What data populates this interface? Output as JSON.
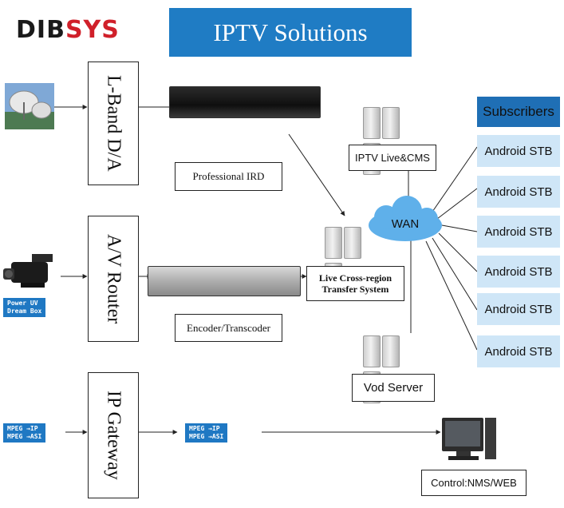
{
  "logo": {
    "part1": "DIB",
    "part2": "SYS"
  },
  "title": "IPTV Solutions",
  "stages": {
    "lband": "L-Band D/A",
    "router": "A/V Router",
    "gateway": "IP Gateway"
  },
  "labels": {
    "ird": "Professional IRD",
    "encoder": "Encoder/Transcoder",
    "live_cms": "IPTV Live&CMS",
    "wan": "WAN",
    "transfer_line1": "Live Cross-region",
    "transfer_line2": "Transfer System",
    "vod": "Vod Server",
    "control": "Control:NMS/WEB"
  },
  "camera_caption": {
    "line1": "Power UV",
    "line2": "Dream Box"
  },
  "mpeg_tags": {
    "line1": "MPEG →IP",
    "line2": "MPEG →ASI"
  },
  "subscribers": {
    "header": "Subscribers",
    "items": [
      "Android STB",
      "Android STB",
      "Android STB",
      "Android STB",
      "Android STB",
      "Android STB"
    ]
  },
  "colors": {
    "title_bg": "#1f7cc4",
    "subscriber_bg": "#cfe6f7",
    "subscriber_header_bg": "#1f6fb5",
    "logo_red": "#d0202a",
    "wan_cloud": "#5fb0ea"
  },
  "icons": [
    "satellite-dish-icon",
    "video-camera-icon",
    "ird-device-icon",
    "encoder-device-icon",
    "server-rack-icon",
    "cloud-icon",
    "computer-monitor-icon"
  ]
}
